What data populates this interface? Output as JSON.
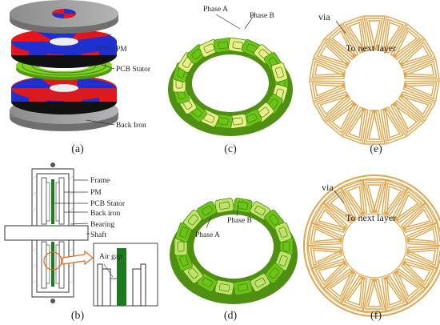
{
  "panels": {
    "a": {
      "caption": "(a)",
      "labels": {
        "pm": "PM",
        "pcb_stator": "PCB Stator",
        "back_iron": "Back Iron"
      }
    },
    "b": {
      "caption": "(b)",
      "labels": {
        "frame": "Frame",
        "pm": "PM",
        "pcb_stator": "PCB Stator",
        "back_iron": "Back iron",
        "bearing": "Bearing",
        "shaft": "Shaft",
        "air_gap": "Air gap"
      }
    },
    "c": {
      "caption": "(c)",
      "labels": {
        "phase_a": "Phase A",
        "phase_b": "Phase B"
      }
    },
    "d": {
      "caption": "(d)",
      "labels": {
        "phase_a": "Phase A",
        "phase_b": "Phase B"
      }
    },
    "e": {
      "caption": "(e)",
      "labels": {
        "via": "via",
        "next_layer": "To next layer"
      }
    },
    "f": {
      "caption": "(f)",
      "labels": {
        "via": "via",
        "next_layer": "To next layer"
      }
    }
  },
  "colors": {
    "magnet_red": "#e3161b",
    "magnet_blue": "#1f2fd0",
    "back_iron": "#9a9a9a",
    "pcb_green": "#6cc417",
    "pcb_yellow": "#e8ef88",
    "copper": "#e0a54a"
  }
}
